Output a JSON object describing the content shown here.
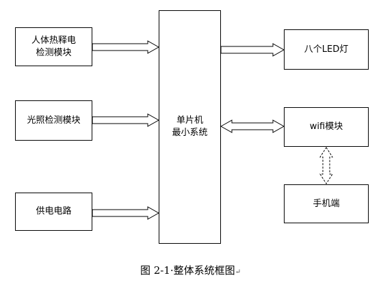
{
  "boxes": {
    "pir": {
      "line1": "人体热释电",
      "line2": "检测模块"
    },
    "light": {
      "label": "光照检测模块"
    },
    "power": {
      "label": "供电电路"
    },
    "mcu": {
      "line1": "单片机",
      "line2": "最小系统"
    },
    "led": {
      "label": "八个LED灯"
    },
    "wifi": {
      "label": "wifi模块"
    },
    "phone": {
      "label": "手机端"
    }
  },
  "caption": {
    "text": "图 2-1·整体系统框图",
    "end_mark": "↵"
  }
}
